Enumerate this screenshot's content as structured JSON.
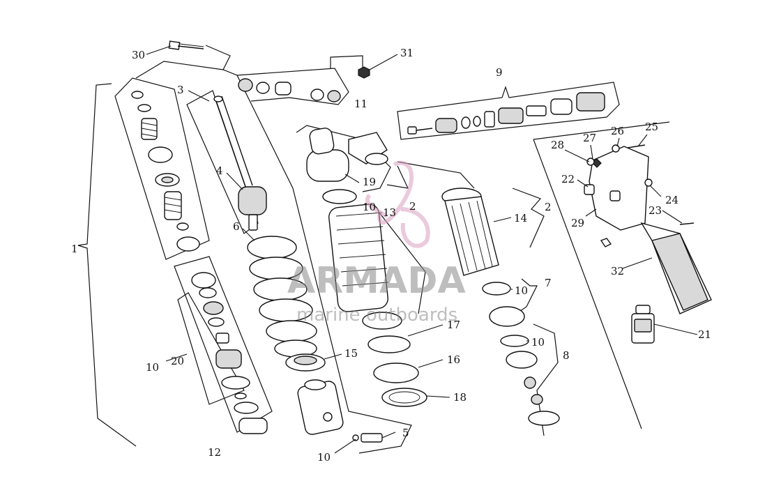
{
  "watermark": {
    "brand": "ARMADA",
    "tagline": "marine outboards",
    "logo_mark": "propeller-logo",
    "color": "#d9a0c0"
  },
  "callouts": [
    {
      "id": "p1",
      "text": "1"
    },
    {
      "id": "p2a",
      "text": "2"
    },
    {
      "id": "p2b",
      "text": "2"
    },
    {
      "id": "p3",
      "text": "3"
    },
    {
      "id": "p4",
      "text": "4"
    },
    {
      "id": "p5",
      "text": "5"
    },
    {
      "id": "p6",
      "text": "6"
    },
    {
      "id": "p7",
      "text": "7"
    },
    {
      "id": "p8",
      "text": "8"
    },
    {
      "id": "p9",
      "text": "9"
    },
    {
      "id": "p10a",
      "text": "10"
    },
    {
      "id": "p10b",
      "text": "10"
    },
    {
      "id": "p10c",
      "text": "10"
    },
    {
      "id": "p10d",
      "text": "10"
    },
    {
      "id": "p10e",
      "text": "10"
    },
    {
      "id": "p11",
      "text": "11"
    },
    {
      "id": "p12",
      "text": "12"
    },
    {
      "id": "p13",
      "text": "13"
    },
    {
      "id": "p14",
      "text": "14"
    },
    {
      "id": "p15",
      "text": "15"
    },
    {
      "id": "p16",
      "text": "16"
    },
    {
      "id": "p17",
      "text": "17"
    },
    {
      "id": "p18",
      "text": "18"
    },
    {
      "id": "p19",
      "text": "19"
    },
    {
      "id": "p20",
      "text": "20"
    },
    {
      "id": "p21",
      "text": "21"
    },
    {
      "id": "p22",
      "text": "22"
    },
    {
      "id": "p23",
      "text": "23"
    },
    {
      "id": "p24",
      "text": "24"
    },
    {
      "id": "p25",
      "text": "25"
    },
    {
      "id": "p26",
      "text": "26"
    },
    {
      "id": "p27",
      "text": "27"
    },
    {
      "id": "p28",
      "text": "28"
    },
    {
      "id": "p29",
      "text": "29"
    },
    {
      "id": "p30",
      "text": "30"
    },
    {
      "id": "p31",
      "text": "31"
    },
    {
      "id": "p32",
      "text": "32"
    }
  ]
}
